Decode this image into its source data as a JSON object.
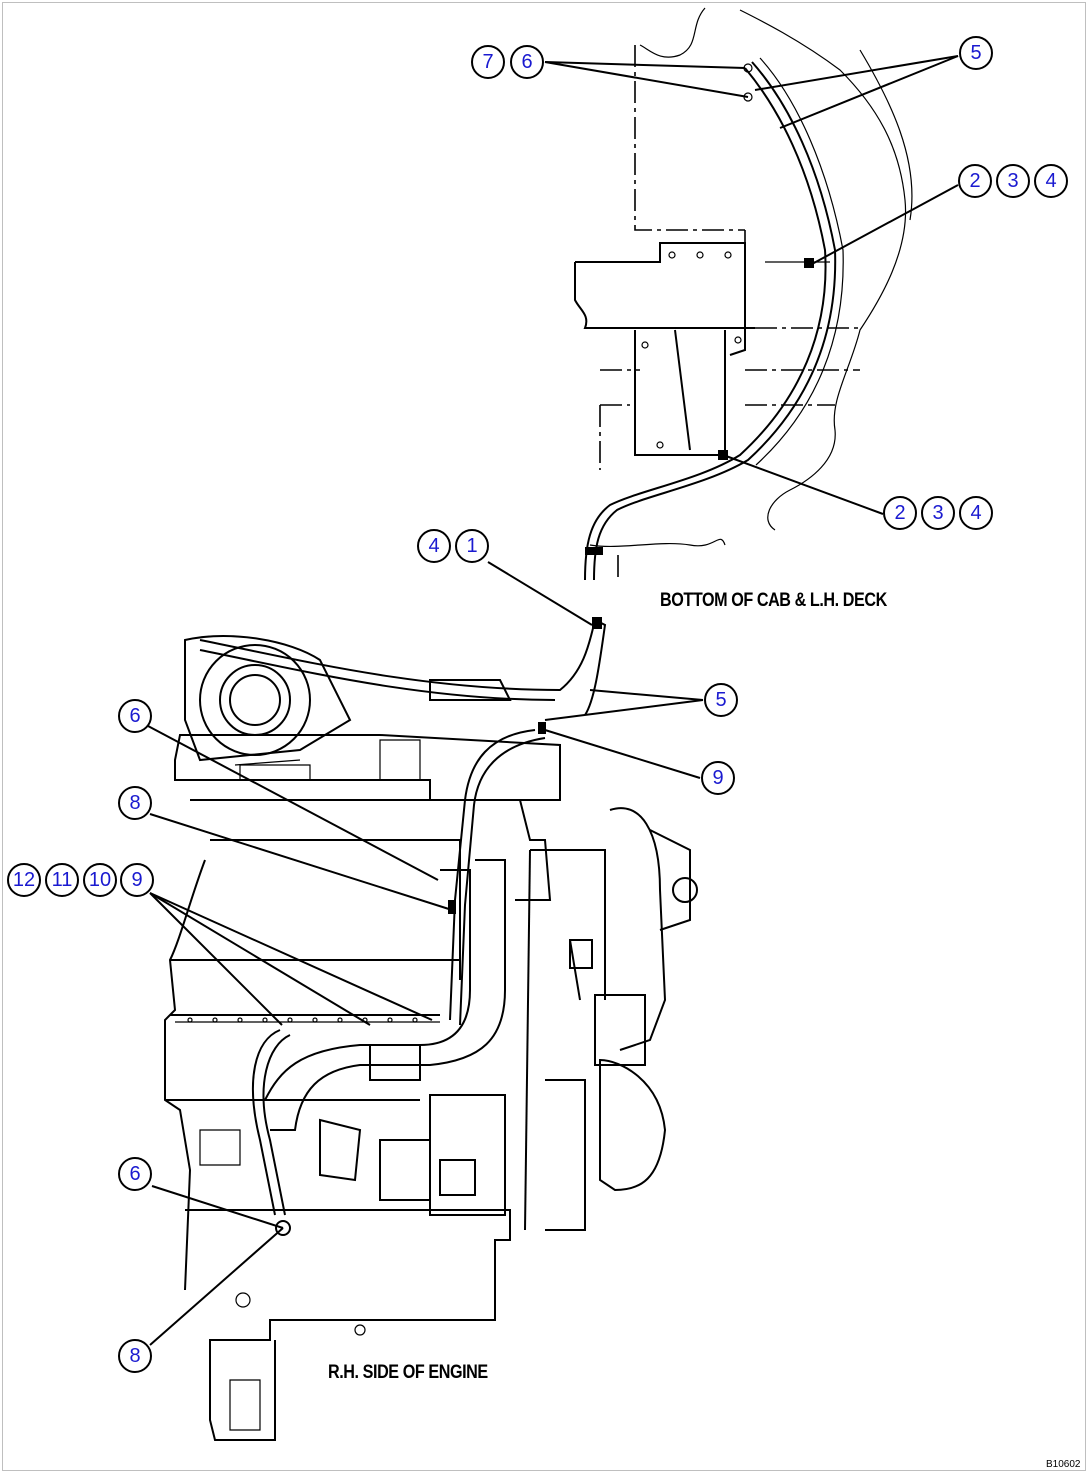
{
  "captions": {
    "cab_view": "BOTTOM OF CAB & L.H. DECK",
    "engine_view": "R.H. SIDE OF ENGINE"
  },
  "figure_ref": "B10602",
  "callout_color": "#1a1ad0",
  "callouts": [
    "7",
    "6",
    "5",
    "2",
    "3",
    "4",
    "2",
    "3",
    "4",
    "4",
    "1",
    "5",
    "6",
    "9",
    "8",
    "12",
    "11",
    "10",
    "9",
    "6",
    "8"
  ]
}
